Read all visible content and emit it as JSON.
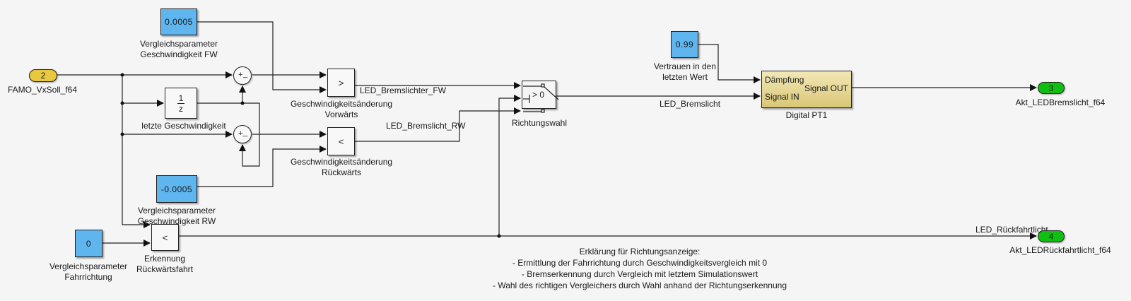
{
  "inports": [
    {
      "number": "2",
      "label": "FAMO_VxSoll_f64"
    }
  ],
  "outports": [
    {
      "number": "3",
      "label": "Akt_LEDBremslicht_f64"
    },
    {
      "number": "4",
      "label": "Akt_LEDRückfahrtlicht_f64"
    }
  ],
  "constants": {
    "fw": {
      "value": "0.0005",
      "label_line1": "Vergleichsparameter",
      "label_line2": "Geschwindigkeit FW"
    },
    "rw": {
      "value": "-0.0005",
      "label_line1": "Vergleichsparameter",
      "label_line2": "Geschwindigkeit RW"
    },
    "dir": {
      "value": "0",
      "label_line1": "Vergleichsparameter",
      "label_line2": "Fahrrichtung"
    },
    "trust": {
      "value": "0.99",
      "label_line1": "Vertrauen in den",
      "label_line2": "letzten Wert"
    }
  },
  "delay": {
    "numerator": "1",
    "denominator": "z",
    "label": "letzte Geschwindigkeit"
  },
  "sums": [
    {
      "plus": "+",
      "minus": "_"
    },
    {
      "plus": "+",
      "minus": "_"
    }
  ],
  "compares": {
    "fw": {
      "op": ">",
      "label_line1": "Geschwindigkeitsänderung",
      "label_line2": "Vorwärts"
    },
    "rw": {
      "op": "<",
      "label_line1": "Geschwindigkeitsänderung",
      "label_line2": "Rückwärts"
    },
    "dir": {
      "op": "<",
      "label_line1": "Erkennung",
      "label_line2": "Rückwärtsfahrt"
    }
  },
  "switch": {
    "threshold": "> 0",
    "label": "Richtungswahl"
  },
  "pt1": {
    "in1": "Dämpfung",
    "in2": "Signal IN",
    "out": "Signal OUT",
    "label": "Digital PT1"
  },
  "signals": {
    "fw": "LED_Bremslichter_FW",
    "rw": "LED_Bremslicht_RW",
    "brake": "LED_Bremslicht",
    "reverse": "LED_Rückfahrtlicht"
  },
  "annotation": {
    "title": "Erklärung für Richtungsanzeige:",
    "lines": [
      "- Ermittlung der Fahrrichtung durch Geschwindigkeitsvergleich mit 0",
      "- Bremserkennung durch Vergleich mit letztem Simulationswert",
      "- Wahl des richtigen Vergleichers durch Wahl anhand der Richtungserkennung"
    ]
  },
  "colors": {
    "constant": "#5fb5ee",
    "inport": "#e8c840",
    "outport": "#10c010",
    "subsystem": "#e6d68e",
    "background": "#f5f5f5"
  }
}
